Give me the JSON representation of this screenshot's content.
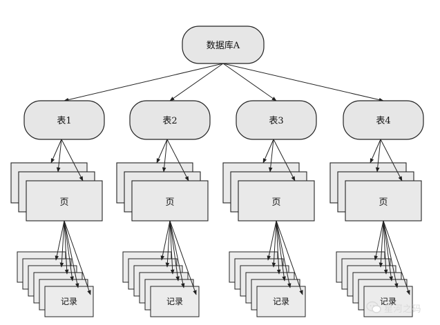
{
  "root": {
    "label": "数据库A"
  },
  "tables": [
    {
      "label": "表1",
      "page_label": "页",
      "record_label": "记录"
    },
    {
      "label": "表2",
      "page_label": "页",
      "record_label": "记录"
    },
    {
      "label": "表3",
      "page_label": "页",
      "record_label": "记录"
    },
    {
      "label": "表4",
      "page_label": "页",
      "record_label": "记录"
    }
  ],
  "watermark": {
    "text": "星河之码",
    "icon": "wechat-icon"
  },
  "colors": {
    "node_fill": "#e6e6e6",
    "stroke": "#222222",
    "watermark": "#d9d9d9"
  }
}
